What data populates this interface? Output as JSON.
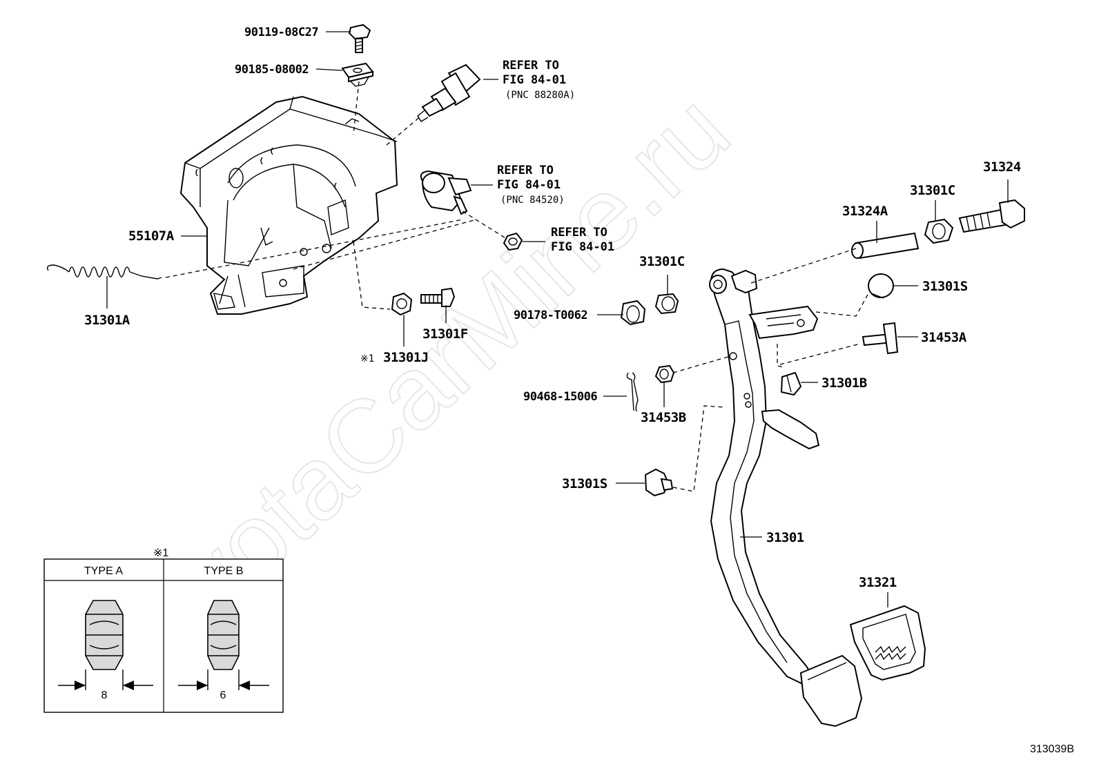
{
  "watermark": "ToyotaCarMine.ru",
  "figure_id": "313039B",
  "callouts": {
    "p_90119": "90119-08C27",
    "p_90185": "90185-08002",
    "p_55107A": "55107A",
    "p_31301A": "31301A",
    "p_31301J": "31301J",
    "p_31301J_mark": "※1",
    "p_31301F": "31301F",
    "p_90178": "90178-T0062",
    "p_31301C_left": "31301C",
    "p_31301C_right": "31301C",
    "p_31324": "31324",
    "p_31324A": "31324A",
    "p_31301S_top": "31301S",
    "p_31453A": "31453A",
    "p_31301B": "31301B",
    "p_90468": "90468-15006",
    "p_31453B": "31453B",
    "p_31301S_bottom": "31301S",
    "p_31301": "31301",
    "p_31321": "31321"
  },
  "references": {
    "ref1": {
      "line1": "REFER TO",
      "line2": "FIG 84-01",
      "line3": "(PNC 88280A)"
    },
    "ref2": {
      "line1": "REFER TO",
      "line2": "FIG 84-01",
      "line3": "(PNC 84520)"
    },
    "ref3": {
      "line1": "REFER TO",
      "line2": "FIG 84-01"
    }
  },
  "type_table": {
    "note_mark": "※1",
    "type_a": {
      "header": "TYPE A",
      "dimension": "8"
    },
    "type_b": {
      "header": "TYPE B",
      "dimension": "6"
    }
  }
}
